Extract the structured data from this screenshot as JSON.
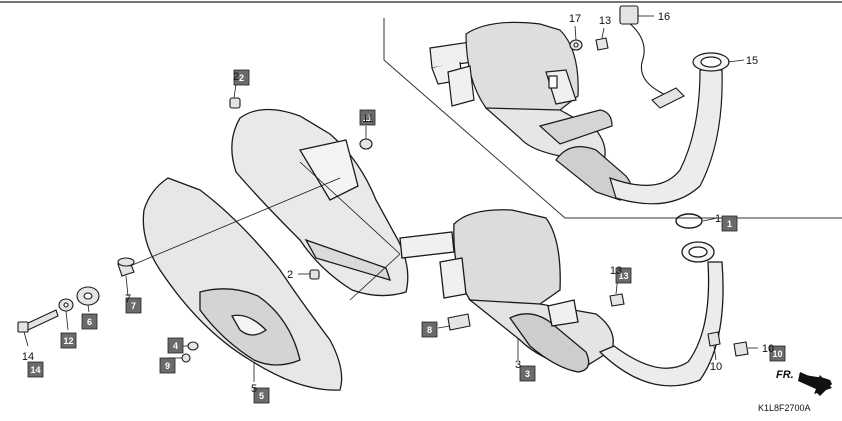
{
  "diagram_code": "K1L8F2700A",
  "direction_label": "FR.",
  "colors": {
    "ink": "#1a1a1a",
    "part_fill": "#e6e6e6",
    "part_shade": "#cfcfcf",
    "box_fill": "#6b6b6b",
    "box_text": "#ffffff"
  },
  "callouts": [
    {
      "id": "c17",
      "number": "17"
    },
    {
      "id": "c13top",
      "number": "13"
    },
    {
      "id": "c16",
      "number": "16"
    },
    {
      "id": "c15",
      "number": "15"
    },
    {
      "id": "c1",
      "number": "1"
    },
    {
      "id": "c2top",
      "number": "2"
    },
    {
      "id": "c11",
      "number": "11"
    },
    {
      "id": "c2",
      "number": "2"
    },
    {
      "id": "c7",
      "number": "7"
    },
    {
      "id": "c6",
      "number": "6"
    },
    {
      "id": "c12",
      "number": "12"
    },
    {
      "id": "c14",
      "number": "14"
    },
    {
      "id": "c4",
      "number": "4"
    },
    {
      "id": "c9",
      "number": "9"
    },
    {
      "id": "c5",
      "number": "5"
    },
    {
      "id": "c8",
      "number": "8"
    },
    {
      "id": "c3",
      "number": "3"
    },
    {
      "id": "c13",
      "number": "13"
    },
    {
      "id": "c10a",
      "number": "10"
    },
    {
      "id": "c10b",
      "number": "10"
    }
  ]
}
